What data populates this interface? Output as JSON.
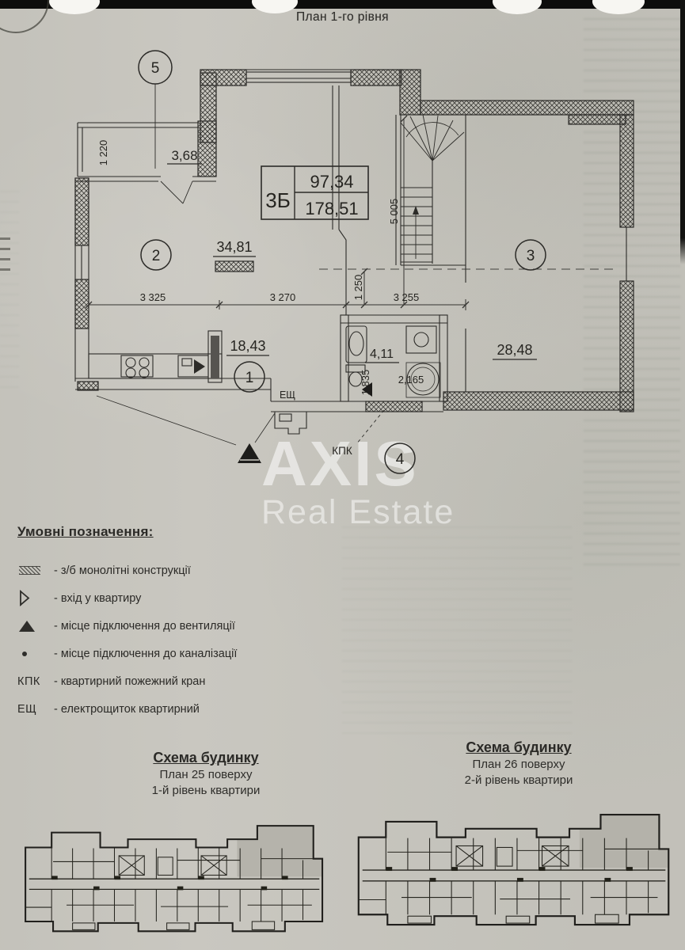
{
  "page": {
    "title": "План 1-го рівня"
  },
  "plan": {
    "unit": {
      "code": "3Б",
      "level_area": "97,34",
      "total_area": "178,51"
    },
    "rooms": {
      "n1": "1",
      "n2": "2",
      "n3": "3",
      "n4": "4",
      "n5": "5"
    },
    "areas": {
      "r1": "18,43",
      "r2": "34,81",
      "r3": "28,48",
      "r4": "4,11",
      "r5": "3,68"
    },
    "dims": {
      "balcony_w": "1 220",
      "seg1": "3 325",
      "seg2": "3 270",
      "seg3": "1 250",
      "seg4": "3 255",
      "stairs_h": "5 005",
      "bath_w": "2,165",
      "bath_h": "1,835"
    },
    "marks": {
      "esch": "ЕЩ",
      "kpk": "КПК"
    }
  },
  "watermark": {
    "brand": "AXIS",
    "subtitle": "Real Estate"
  },
  "legend": {
    "title": "Умовні позначення:",
    "items": [
      {
        "icon": "hatched-bar-icon",
        "label": "- з/б монолітні конструкції"
      },
      {
        "icon": "entry-arrow-icon",
        "label": "- вхід у квартиру"
      },
      {
        "icon": "vent-triangle-icon",
        "label": "- місце підключення до вентиляції"
      },
      {
        "icon": "sewer-dot-icon",
        "label": "- місце підключення до каналізації"
      },
      {
        "symbol_text": "КПК",
        "label": "- квартирний пожежний кран"
      },
      {
        "symbol_text": "ЕЩ",
        "label": "- електрощиток квартирний"
      }
    ]
  },
  "schemes": [
    {
      "title": "Схема будинку",
      "line1": "План 25 поверху",
      "line2": "1-й рівень квартири"
    },
    {
      "title": "Схема будинку",
      "line1": "План 26 поверху",
      "line2": "2-й рівень квартири"
    }
  ],
  "colors": {
    "paper": "#c9c7c0",
    "ink": "#2c2b28",
    "highlight": "#b3b0a8"
  }
}
